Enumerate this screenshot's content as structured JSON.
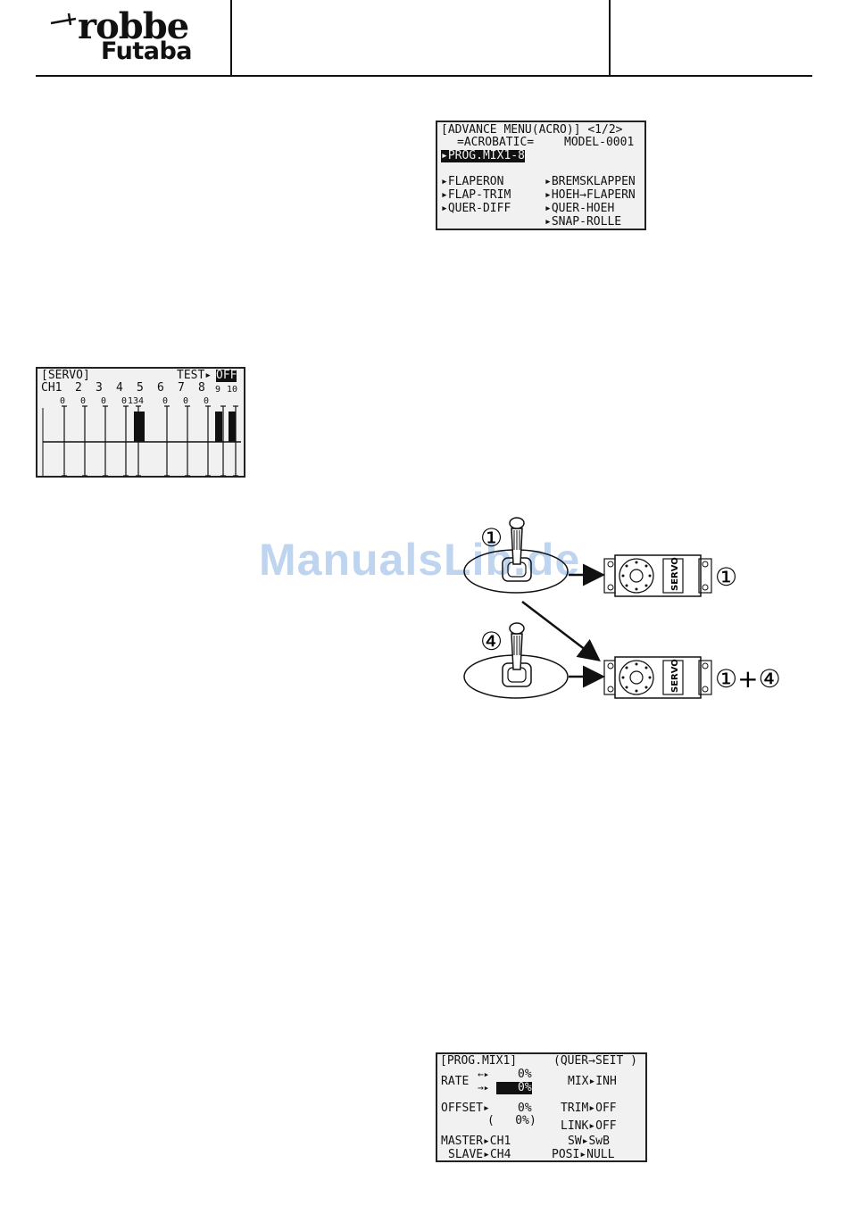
{
  "header": {
    "logo_top": "robbe",
    "logo_bottom": "Futaba"
  },
  "advance_menu": {
    "line1": "[ADVANCE MENU(ACRO)] <1/2>",
    "mode": "=ACROBATIC=",
    "model": "MODEL-0001",
    "selected": "▸PROG.MIX1-8",
    "items_left": [
      "▸FLAPERON",
      "▸FLAP-TRIM",
      "▸QUER-DIFF"
    ],
    "items_right": [
      "▸BREMSKLAPPEN",
      "▸HOEH→FLAPERN",
      "▸QUER-HOEH",
      "▸SNAP-ROLLE"
    ]
  },
  "servo_screen": {
    "title": "[SERVO]",
    "test_label": "TEST▸",
    "test_value": "OFF",
    "channel_label": "CH1",
    "channels": [
      "2",
      "3",
      "4",
      "5",
      "6",
      "7",
      "8",
      "9",
      "10"
    ],
    "values": [
      "0",
      "0",
      "0",
      "0",
      "134",
      "0",
      "0",
      "0"
    ]
  },
  "diagram": {
    "stick_top_label": "①",
    "stick_bottom_label": "④",
    "servo_text": "SERVO",
    "servo_top_label": "①",
    "servo_bottom_label": "①+④"
  },
  "watermark": "ManualsLib.de",
  "prog_mix": {
    "title": "[PROG.MIX1]",
    "mix_name": "(QUER→SEIT )",
    "rate_label": "RATE",
    "rate_left_arrow": "←▸",
    "rate_left_value": "0%",
    "rate_right_arrow": "→▸",
    "rate_right_value": "0%",
    "mix_label": "MIX▸INH",
    "offset_label": "OFFSET▸",
    "offset_value": "0%",
    "offset_paren": "(   0%)",
    "trim_label": "TRIM▸OFF",
    "link_label": "LINK▸OFF",
    "master_label": "MASTER▸CH1",
    "sw_label": "SW▸SwB",
    "slave_label": "SLAVE▸CH4",
    "posi_label": "POSI▸NULL"
  },
  "colors": {
    "lcd_bg": "#f1f1f1",
    "ink": "#111111",
    "watermark": "#6ea0dc"
  }
}
